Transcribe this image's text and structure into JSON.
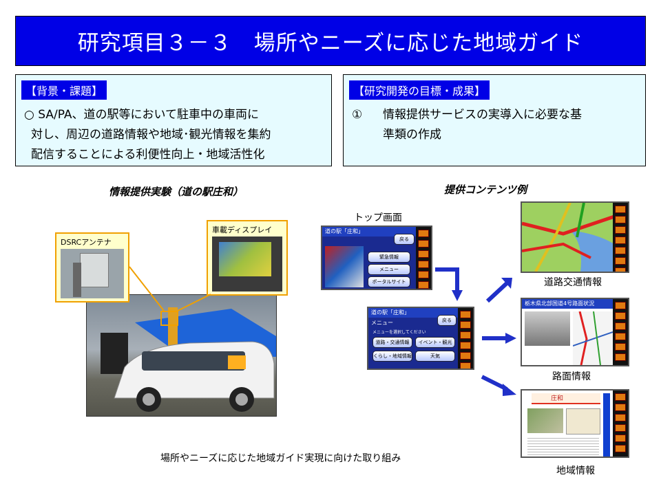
{
  "title": "研究項目３－３　場所やニーズに応じた地域ガイド",
  "background_panel": {
    "heading": "【背景・課題】",
    "lines": [
      "○ SA/PA、道の駅等において駐車中の車両に",
      "対し、周辺の道路情報や地域･観光情報を集約",
      "配信することによる利便性向上・地域活性化"
    ]
  },
  "goal_panel": {
    "heading": "【研究開発の目標・成果】",
    "marker": "①",
    "lines": [
      "情報提供サービスの実導入に必要な基",
      "準類の作成"
    ]
  },
  "experiment": {
    "caption": "情報提供実験（道の駅庄和）",
    "antenna_label": "DSRCアンテナ",
    "display_label": "車載ディスプレイ"
  },
  "contents": {
    "caption": "提供コンテンツ例",
    "top_screen_label": "トップ画面",
    "top_screen": {
      "header": "道の駅「庄和」",
      "back": "戻る",
      "buttons": [
        "緊急情報",
        "メニュー",
        "ポータルサイト"
      ]
    },
    "menu_screen": {
      "header": "道の駅「庄和」",
      "back": "戻る",
      "sub_header": "メニュー",
      "instruction": "メニューを選択してください",
      "buttons": [
        "道路・交通情報",
        "イベント・観光",
        "くらし・地域情報",
        "天気"
      ]
    },
    "road_traffic_label": "道路交通情報",
    "road_surface_label": "路面情報",
    "road_surface_header": "栃木県北部国道4号路面状況",
    "regional_label": "地域情報",
    "regional_header": "庄和"
  },
  "footer_caption": "場所やニーズに応じた地域ガイド実現に向けた取り組み",
  "colors": {
    "title_blue": "#0000e6",
    "panel_bg": "#e6fbff",
    "arrow_blue": "#2030c8",
    "label_border": "#f0a000"
  }
}
